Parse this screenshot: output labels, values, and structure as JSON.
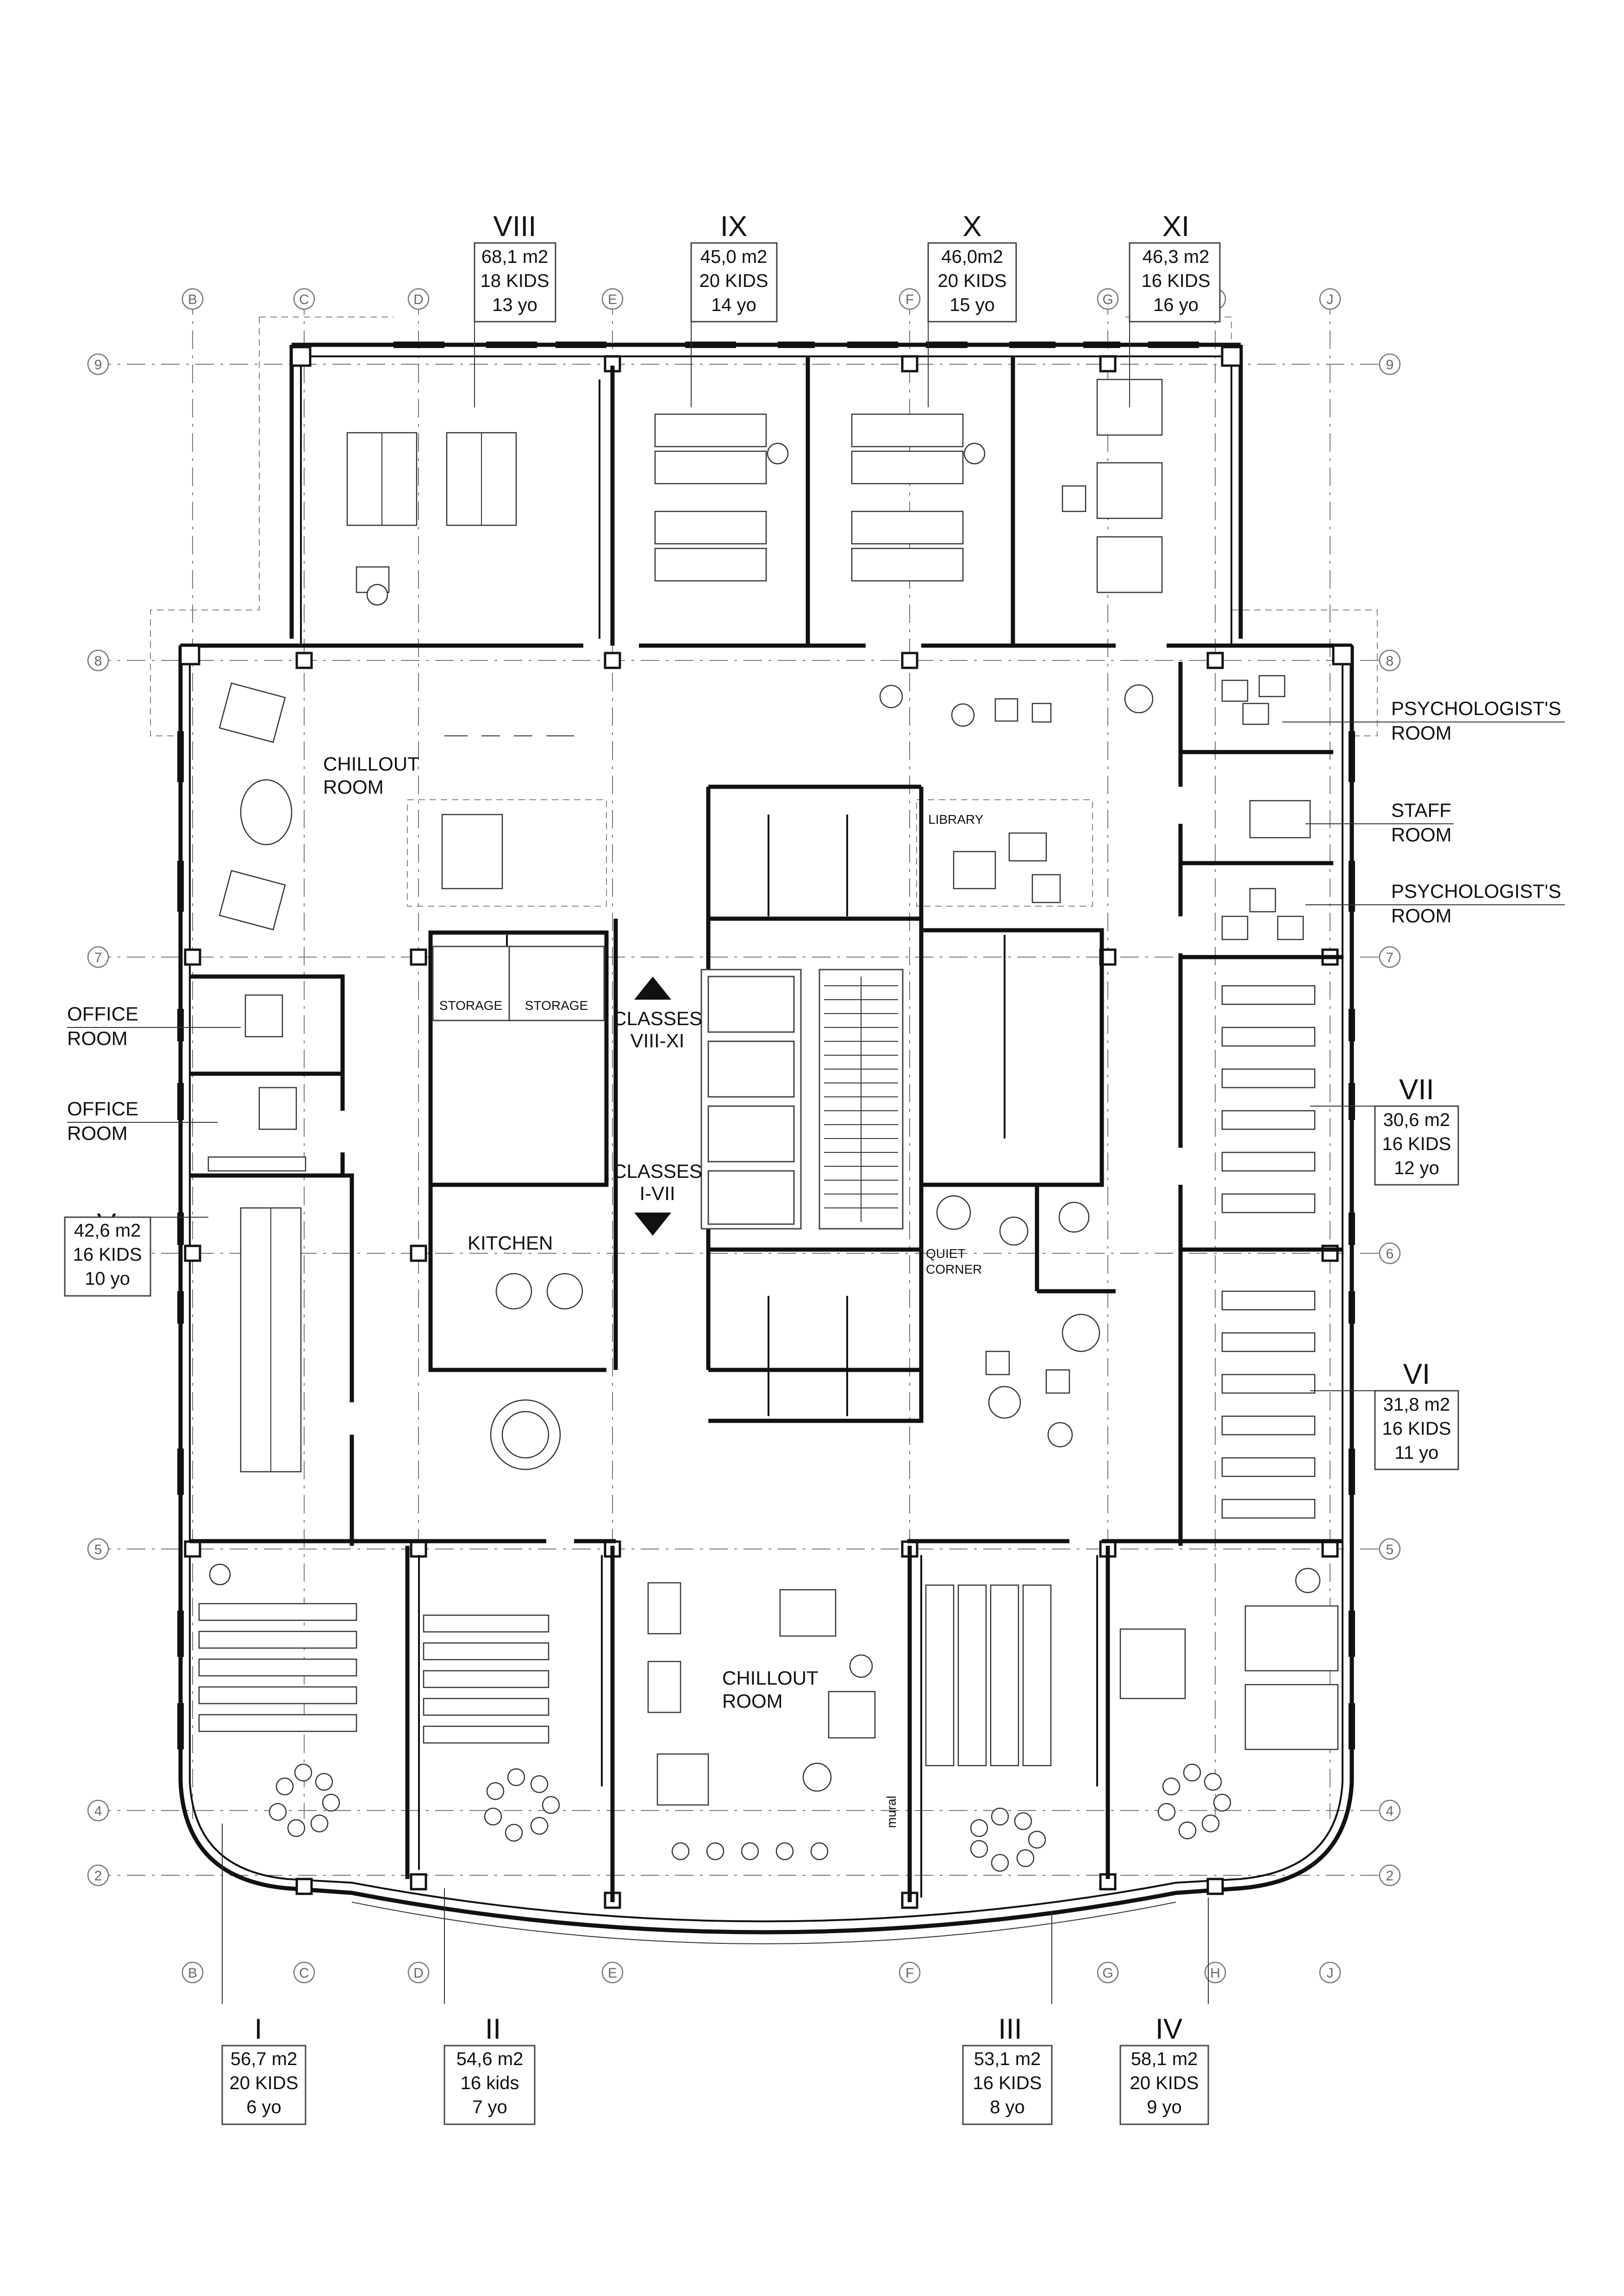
{
  "grid_axes": {
    "columns": [
      "B",
      "C",
      "D",
      "E",
      "F",
      "G",
      "H",
      "J"
    ],
    "rows": [
      "9",
      "8",
      "7",
      "6",
      "5",
      "4",
      "2"
    ]
  },
  "classrooms": {
    "I": {
      "number": "I",
      "area": "56,7 m2",
      "kids": "20 KIDS",
      "age": "6 yo"
    },
    "II": {
      "number": "II",
      "area": "54,6 m2",
      "kids": "16 kids",
      "age": "7 yo"
    },
    "III": {
      "number": "III",
      "area": "53,1 m2",
      "kids": "16 KIDS",
      "age": "8 yo"
    },
    "IV": {
      "number": "IV",
      "area": "58,1 m2",
      "kids": "20 KIDS",
      "age": "9 yo"
    },
    "V": {
      "number": "V",
      "area": "42,6 m2",
      "kids": "16 KIDS",
      "age": "10 yo"
    },
    "VI": {
      "number": "VI",
      "area": "31,8 m2",
      "kids": "16 KIDS",
      "age": "11 yo"
    },
    "VII": {
      "number": "VII",
      "area": "30,6 m2",
      "kids": "16 KIDS",
      "age": "12 yo"
    },
    "VIII": {
      "number": "VIII",
      "area": "68,1 m2",
      "kids": "18 KIDS",
      "age": "13 yo"
    },
    "IX": {
      "number": "IX",
      "area": "45,0 m2",
      "kids": "20 KIDS",
      "age": "14 yo"
    },
    "X": {
      "number": "X",
      "area": "46,0m2",
      "kids": "20 KIDS",
      "age": "15 yo"
    },
    "XI": {
      "number": "XI",
      "area": "46,3 m2",
      "kids": "16 KIDS",
      "age": "16 yo"
    }
  },
  "rooms": {
    "chillout_top": [
      "CHILLOUT",
      "ROOM"
    ],
    "chillout_bottom": [
      "CHILLOUT",
      "ROOM"
    ],
    "office_1": [
      "OFFICE",
      "ROOM"
    ],
    "office_2": [
      "OFFICE",
      "ROOM"
    ],
    "psychologist_1": [
      "PSYCHOLOGIST'S",
      "ROOM"
    ],
    "staff": [
      "STAFF",
      "ROOM"
    ],
    "psychologist_2": [
      "PSYCHOLOGIST'S",
      "ROOM"
    ],
    "storage_1": "STORAGE",
    "storage_2": "STORAGE",
    "kitchen": "KITCHEN",
    "library": "LIBRARY",
    "quiet_corner": [
      "QUIET",
      "CORNER"
    ],
    "mural": "mural",
    "classes_upper": [
      "CLASSES",
      "VIII-XI"
    ],
    "classes_lower": [
      "CLASSES",
      "I-VII"
    ]
  }
}
